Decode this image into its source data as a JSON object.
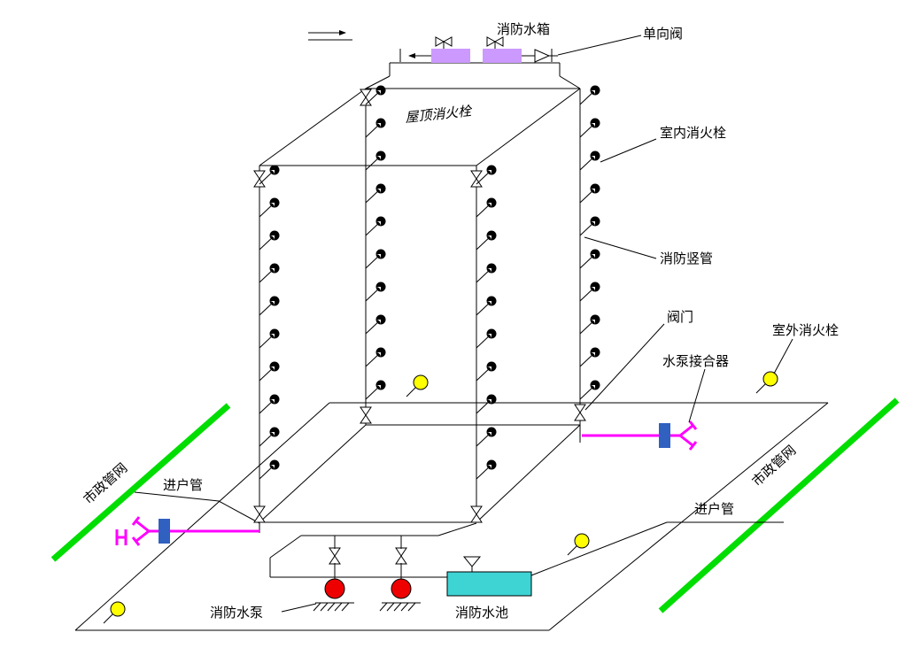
{
  "labels": {
    "water_tank": "消防水箱",
    "check_valve": "单向阀",
    "roof_hydrant": "屋顶消火栓",
    "indoor_hydrant": "室内消火栓",
    "riser": "消防竖管",
    "valve": "阀门",
    "pump_adapter": "水泵接合器",
    "outdoor_hydrant": "室外消火栓",
    "municipal_left": "市政管网",
    "municipal_right": "市政管网",
    "service_pipe_left": "进户管",
    "service_pipe_right": "进户管",
    "fire_pump": "消防水泵",
    "fire_pool": "消防水池"
  },
  "colors": {
    "line": "#000000",
    "municipal_main": "#00dd00",
    "pump_adapter_pipe": "#ff00ff",
    "adapter_flange": "#3060c0",
    "tank_fill": "#cc99ff",
    "pool_fill": "#3fd4d4",
    "pump_fill": "#ee0000",
    "outdoor_hydrant_fill": "#ffff00"
  }
}
